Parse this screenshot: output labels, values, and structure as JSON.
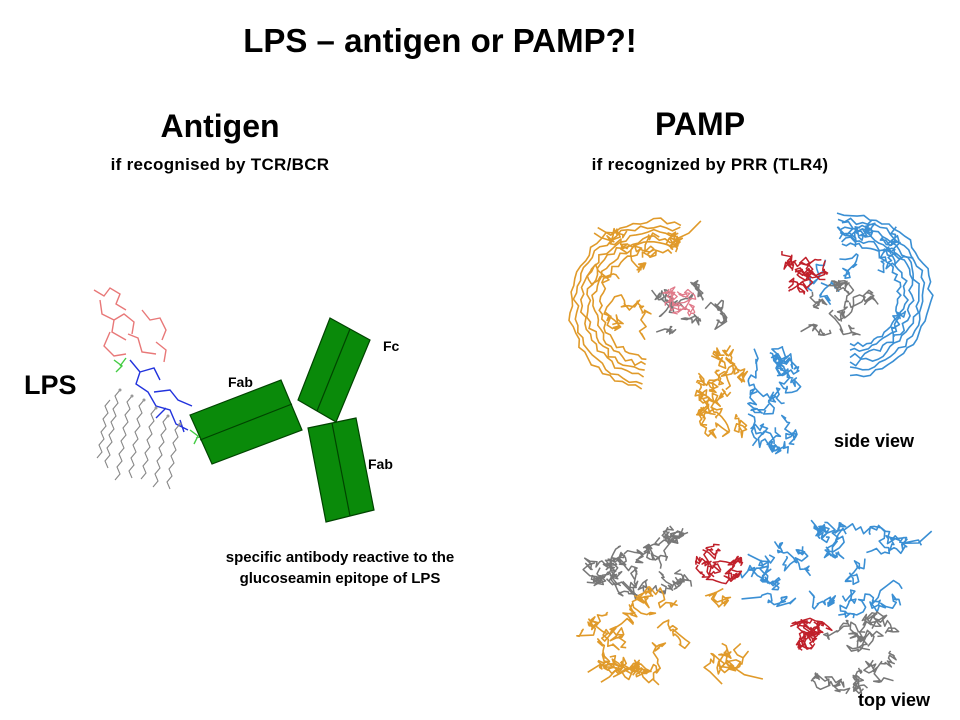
{
  "title": "LPS – antigen or PAMP?!",
  "antigen": {
    "heading": "Antigen",
    "subheading": "if recognised by TCR/BCR",
    "lps_label": "LPS",
    "antibody_labels": {
      "fc": "Fc",
      "fab_left": "Fab",
      "fab_right": "Fab"
    },
    "caption_line1": "specific antibody reactive to the",
    "caption_line2": "glucoseamin epitope of LPS"
  },
  "pamp": {
    "heading": "PAMP",
    "subheading": "if recognized by PRR (TLR4)",
    "side_view_label": "side view",
    "top_view_label": "top view"
  },
  "colors": {
    "antibody_green": "#0a8a0a",
    "lps_red": "#e87878",
    "lps_blue": "#2233dd",
    "lps_green": "#44cc44",
    "lipid_gray": "#888888",
    "protein_orange": "#e09a2a",
    "protein_blue": "#3a8fd4",
    "protein_gray": "#777777",
    "ligand_red": "#c0202a"
  }
}
